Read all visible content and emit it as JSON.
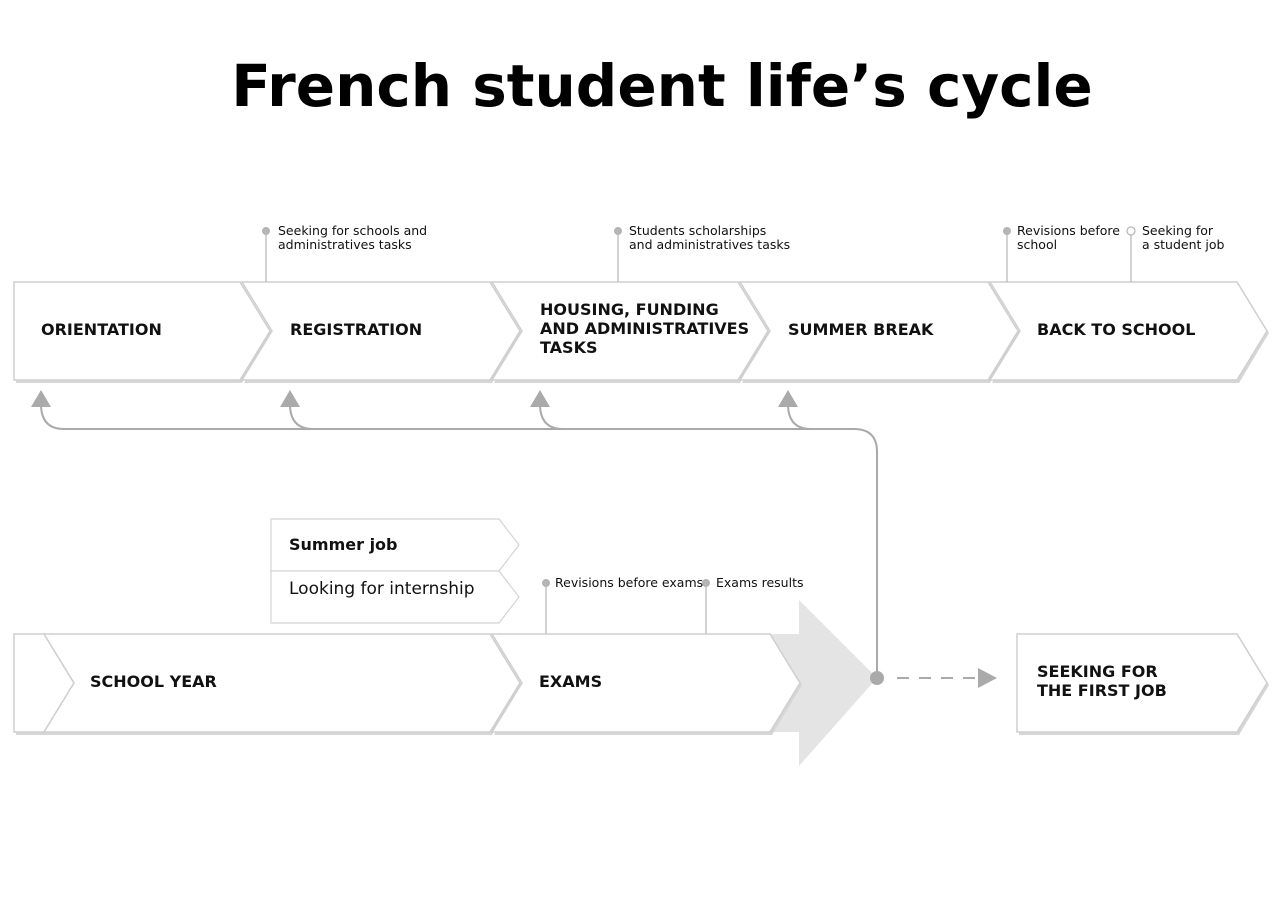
{
  "title": "French student life’s cycle",
  "top_row": [
    {
      "label_lines": [
        "ORIENTATION"
      ]
    },
    {
      "label_lines": [
        "REGISTRATION"
      ]
    },
    {
      "label_lines": [
        "HOUSING, FUNDING",
        "AND ADMINISTRATIVES",
        "TASKS"
      ]
    },
    {
      "label_lines": [
        "SUMMER BREAK"
      ]
    },
    {
      "label_lines": [
        "BACK TO SCHOOL"
      ]
    }
  ],
  "top_notes": [
    {
      "lines": [
        "Seeking for schools and",
        "administratives tasks"
      ],
      "marker": "filled"
    },
    {
      "lines": [
        "Students scholarships",
        "and administratives tasks"
      ],
      "marker": "filled"
    },
    {
      "lines": [
        "Revisions before",
        "school"
      ],
      "marker": "filled"
    },
    {
      "lines": [
        "Seeking for",
        "a student job"
      ],
      "marker": "hollow"
    }
  ],
  "bottom_row": [
    {
      "label_lines": [
        "SCHOOL YEAR"
      ]
    },
    {
      "label_lines": [
        "EXAMS"
      ]
    }
  ],
  "side_options": [
    "Summer job",
    "Looking for internship"
  ],
  "bottom_notes": [
    {
      "lines": [
        "Revisions before exams"
      ]
    },
    {
      "lines": [
        "Exams results"
      ]
    }
  ],
  "final_step": {
    "label_lines": [
      "SEEKING FOR",
      "THE FIRST JOB"
    ]
  }
}
